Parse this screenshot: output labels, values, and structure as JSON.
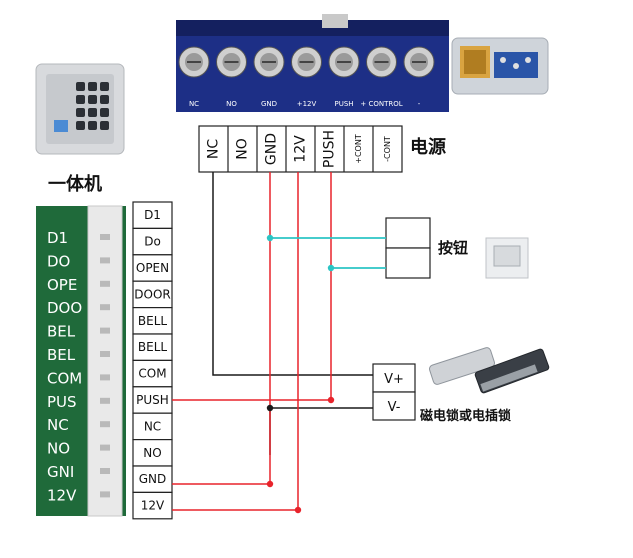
{
  "power_supply": {
    "title": "电源",
    "terminal_block_markings": [
      "NC",
      "NO",
      "GND",
      "+12V",
      "PUSH",
      "+ CONTROL",
      "-"
    ],
    "terminals": [
      "NC",
      "NO",
      "GND",
      "12V",
      "PUSH",
      "+CONT",
      "-CONT"
    ]
  },
  "keypad_unit": {
    "title": "一体机",
    "board_labels": [
      "D1",
      "DO",
      "OPE",
      "DOO",
      "BEL",
      "BEL",
      "COM",
      "PUS",
      "NC",
      "NO",
      "GNI",
      "12V"
    ],
    "terminals": [
      "D1",
      "Do",
      "OPEN",
      "DOOR",
      "BELL",
      "BELL",
      "COM",
      "PUSH",
      "NC",
      "NO",
      "GND",
      "12V"
    ]
  },
  "exit_button": {
    "label": "按钮"
  },
  "lock": {
    "terminals": [
      "V+",
      "V-"
    ],
    "label": "磁电锁或电插锁"
  },
  "colors": {
    "red_wire": "#e8232b",
    "cyan_wire": "#2cc4c4",
    "black_wire": "#1a1a1a",
    "terminal_block": "#1d2f86",
    "pcb": "#1f6a3a"
  }
}
